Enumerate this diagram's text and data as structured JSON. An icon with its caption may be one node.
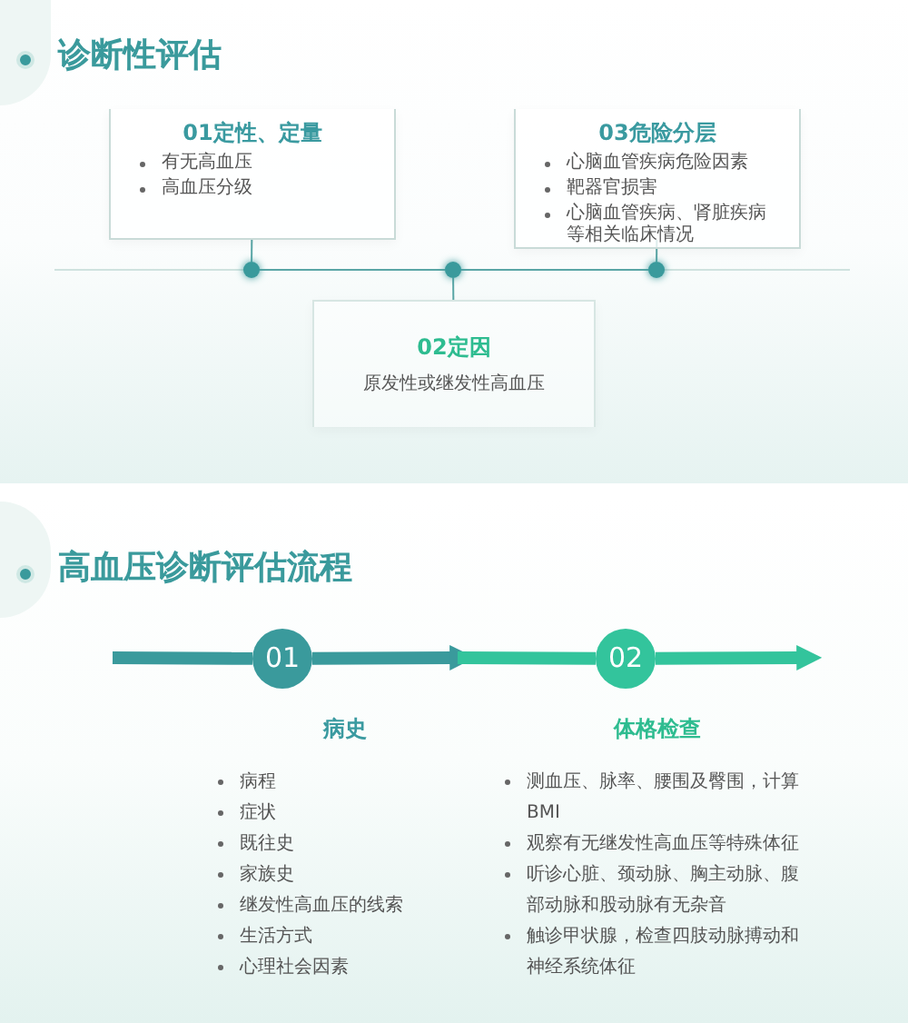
{
  "diagram": {
    "title": "诊断性评估",
    "nodes": [
      {
        "text": [
          "01定性、定量",
          "有无高血压",
          "高血压分级"
        ]
      },
      {
        "text": [
          "03危险分层",
          "心脑血管疾病危险因素",
          "靶器官损害",
          "心脑血管疾病、肾脏疾病等相关临床情况"
        ]
      },
      {
        "text": [],
        "shape": "circle"
      },
      {
        "text": [],
        "shape": "circle"
      },
      {
        "text": [],
        "shape": "circle"
      },
      {
        "text": [
          "02定因",
          "原发性或继发性高血压"
        ]
      },
      {
        "text": [
          "01"
        ],
        "beside": [
          "病史",
          "病程",
          "症状",
          "既往史",
          "家族史",
          "继发性高血压的线索",
          "生活方式",
          "心理社会因素"
        ]
      },
      {
        "text": [
          "02"
        ],
        "beside": [
          "体格检查",
          "测血压、脉率、腰围及臀围，计算BMI",
          "观察有无继发性高血压等特殊体征",
          "听诊心脏、颈动脉、胸主动脉、腹部动脉和股动脉有无杂音",
          "触诊甲状腺，检查四肢动脉搏动和神经系统体征"
        ]
      }
    ],
    "edges": [
      {
        "from": 0,
        "to": 2,
        "arrow": "none"
      },
      {
        "from": 1,
        "to": 4,
        "arrow": "none"
      },
      {
        "from": 3,
        "to": 5,
        "arrow": "none"
      },
      {
        "from": 2,
        "to": 3,
        "arrow": "none"
      },
      {
        "from": 3,
        "to": 4,
        "arrow": "none"
      },
      {
        "from": null,
        "to": 6,
        "arrow": "none",
        "style": "thick",
        "color": "#3a9a9c"
      },
      {
        "from": 6,
        "to": null,
        "arrow": "to",
        "style": "thick",
        "color": "#3a9a9c"
      },
      {
        "from": null,
        "to": 7,
        "arrow": "none",
        "style": "thick",
        "color": "#33c49c"
      },
      {
        "from": 7,
        "to": null,
        "arrow": "to",
        "style": "thick",
        "color": "#33c49c"
      }
    ],
    "labels": [
      "高血压诊断评估流程"
    ]
  }
}
